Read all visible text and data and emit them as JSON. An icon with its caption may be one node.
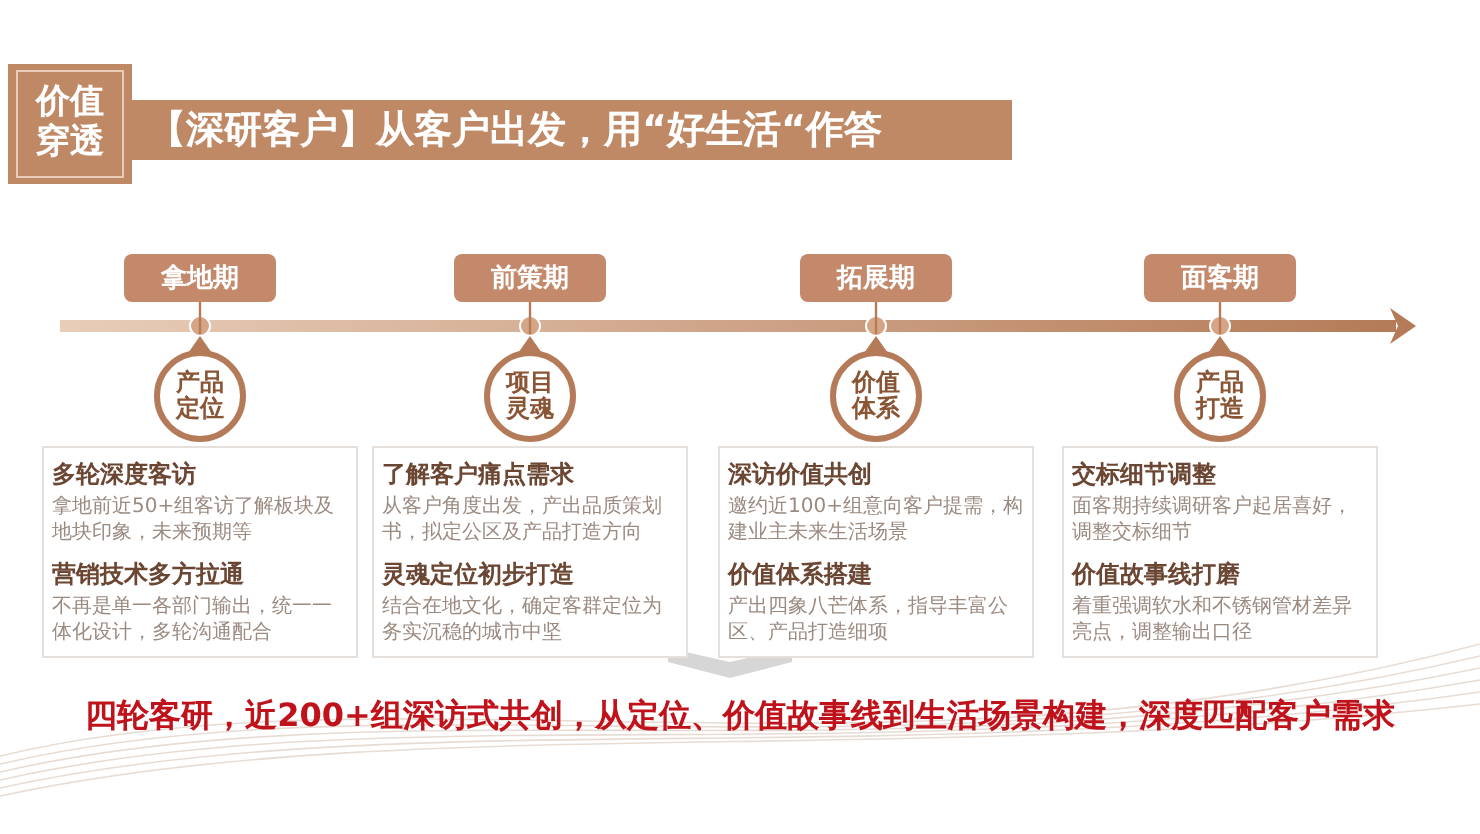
{
  "diagram": {
    "title": "【深研客户】从客户出发，用“好生活“作答",
    "caption": "四轮客研，近200+组深访式共创，从定位、价值故事线到生活场景构建，深度匹配客户需求",
    "nodes": [
      {
        "text": [
          "价值穿透"
        ]
      },
      {
        "text": [
          "拿地期"
        ]
      },
      {
        "text": [
          "前策期"
        ]
      },
      {
        "text": [
          "拓展期"
        ]
      },
      {
        "text": [
          "面客期"
        ]
      },
      {
        "text": [
          "产品定位"
        ]
      },
      {
        "text": [
          "项目灵魂"
        ]
      },
      {
        "text": [
          "价值体系"
        ]
      },
      {
        "text": [
          "产品打造"
        ]
      },
      {
        "text": [
          "多轮深度客访",
          "拿地前近50+组客访了解板块及地块印象，未来预期等",
          "营销技术多方拉通",
          "不再是单一各部门输出，统一一体化设计，多轮沟通配合"
        ]
      },
      {
        "text": [
          "了解客户痛点需求",
          "从客户角度出发，产出品质策划书，拟定公区及产品打造方向",
          "灵魂定位初步打造",
          "结合在地文化，确定客群定位为务实沉稳的城市中坚"
        ]
      },
      {
        "text": [
          "深访价值共创",
          "邀约近100+组意向客户提需，构建业主未来生活场景",
          "价值体系搭建",
          "产出四象八芒体系，指导丰富公区、产品打造细项"
        ]
      },
      {
        "text": [
          "交标细节调整",
          "面客期持续调研客户起居喜好，调整交标细节",
          "价值故事线打磨",
          "着重强调软水和不锈钢管材差异亮点，调整输出口径"
        ]
      }
    ],
    "edges": [
      {
        "from": 1,
        "to": 5,
        "arrow": "none"
      },
      {
        "from": 2,
        "to": 6,
        "arrow": "none"
      },
      {
        "from": 3,
        "to": 7,
        "arrow": "none"
      },
      {
        "from": 4,
        "to": 8,
        "arrow": "none"
      }
    ]
  }
}
